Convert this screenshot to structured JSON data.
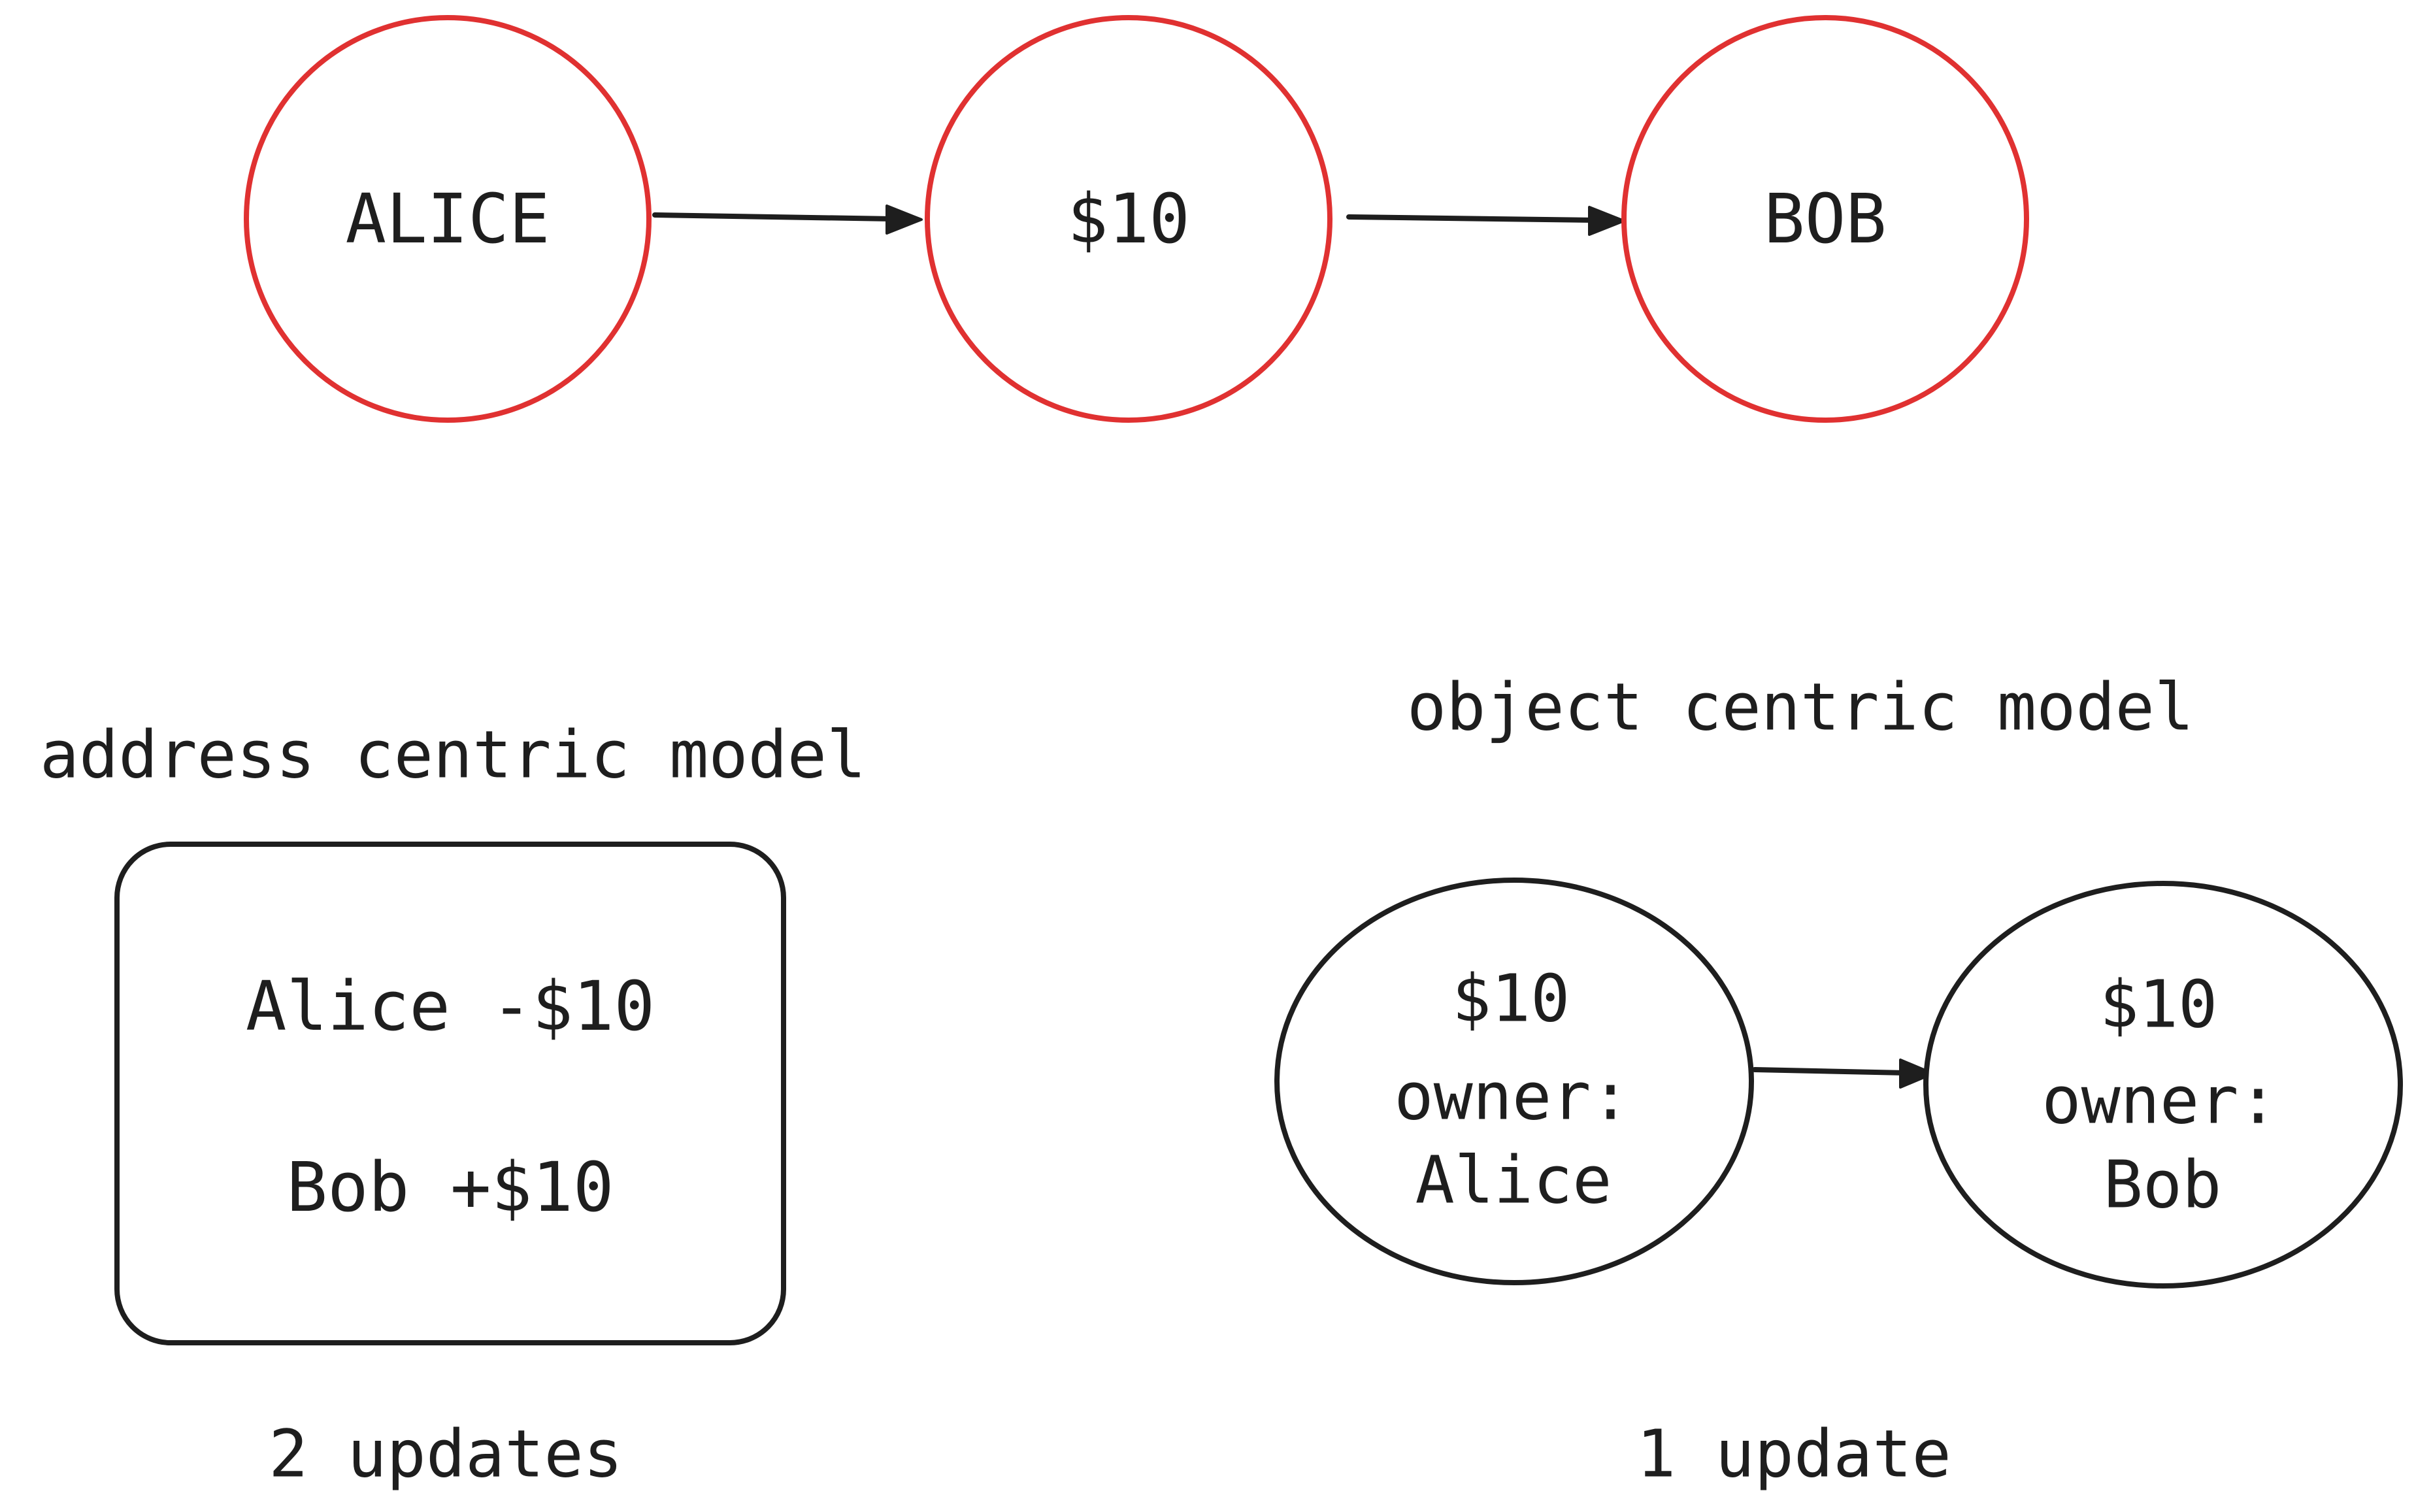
{
  "colors": {
    "node_stroke_highlight": "#e03131",
    "stroke": "#1e1e1e",
    "text": "#1e1e1e",
    "background": "#ffffff"
  },
  "top_flow": {
    "nodes": [
      {
        "label": "ALICE"
      },
      {
        "label": "$10"
      },
      {
        "label": "BOB"
      }
    ]
  },
  "address_model": {
    "title": "address centric model",
    "lines": [
      "Alice -$10",
      "Bob +$10"
    ],
    "footer": "2 updates"
  },
  "object_model": {
    "title": "object centric model",
    "from_object": {
      "amount": "$10",
      "owner_label": "owner:",
      "owner": "Alice"
    },
    "to_object": {
      "amount": "$10",
      "owner_label": "owner:",
      "owner": "Bob"
    },
    "footer": "1 update"
  }
}
